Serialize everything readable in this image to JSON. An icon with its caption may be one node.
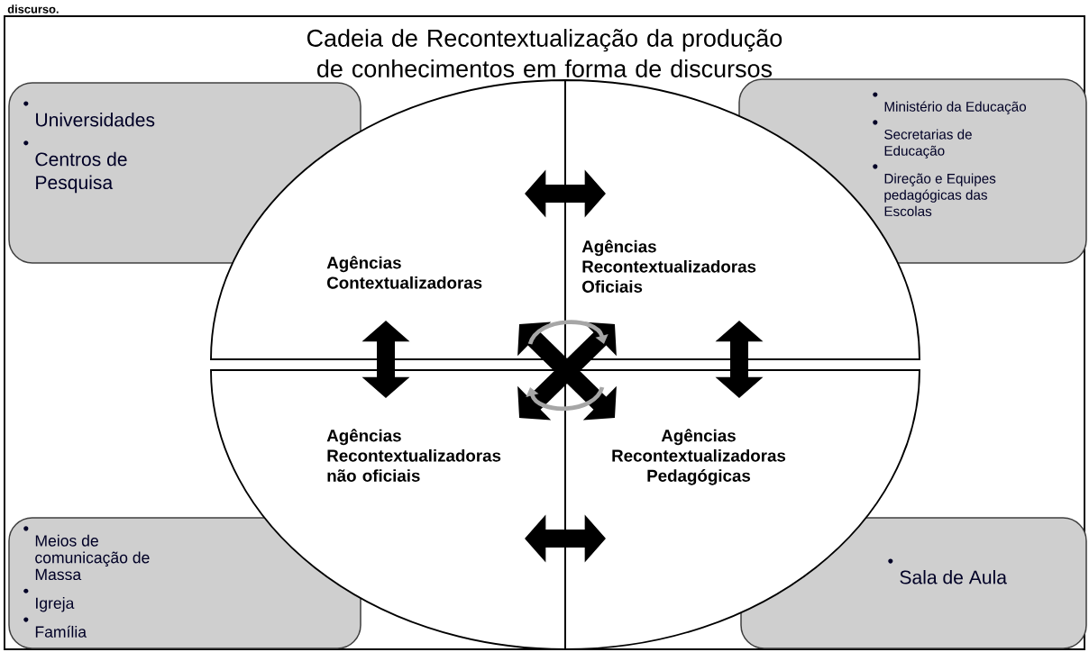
{
  "diagram": {
    "title": "Cadeia de Recontextualização da produção de conhecimentos em forma de discursos",
    "nodes": [
      {
        "text": [
          "Universidades",
          "Centros de Pesquisa"
        ]
      },
      {
        "text": [
          "Ministério da Educação",
          "Secretarias de Educação",
          "Direção e Equipes pedagógicas das Escolas"
        ]
      },
      {
        "text": [
          "Meios de comunicação de Massa",
          "Igreja",
          "Família"
        ]
      },
      {
        "text": [
          "Sala de Aula"
        ]
      },
      {
        "text": [
          "Agências Contextualizadoras"
        ]
      },
      {
        "text": [
          "Agências Recontextualizadoras Oficiais"
        ]
      },
      {
        "text": [
          "Agências Recontextualizadoras não oficiais"
        ]
      },
      {
        "text": [
          "Agências Recontextualizadoras Pedagógicas"
        ]
      }
    ],
    "edges": [
      {
        "from": 4,
        "to": 5,
        "arrow": "both"
      },
      {
        "from": 4,
        "to": 6,
        "arrow": "both"
      },
      {
        "from": 5,
        "to": 7,
        "arrow": "both"
      },
      {
        "from": 6,
        "to": 7,
        "arrow": "both"
      },
      {
        "from": 4,
        "to": 7,
        "arrow": "both"
      },
      {
        "from": 5,
        "to": 6,
        "arrow": "both"
      },
      {
        "from": 4,
        "to": 5,
        "arrow": "to",
        "color": "#a6a6a6"
      },
      {
        "from": 7,
        "to": 6,
        "arrow": "to",
        "color": "#a6a6a6"
      }
    ],
    "labels": [
      "discurso."
    ]
  }
}
